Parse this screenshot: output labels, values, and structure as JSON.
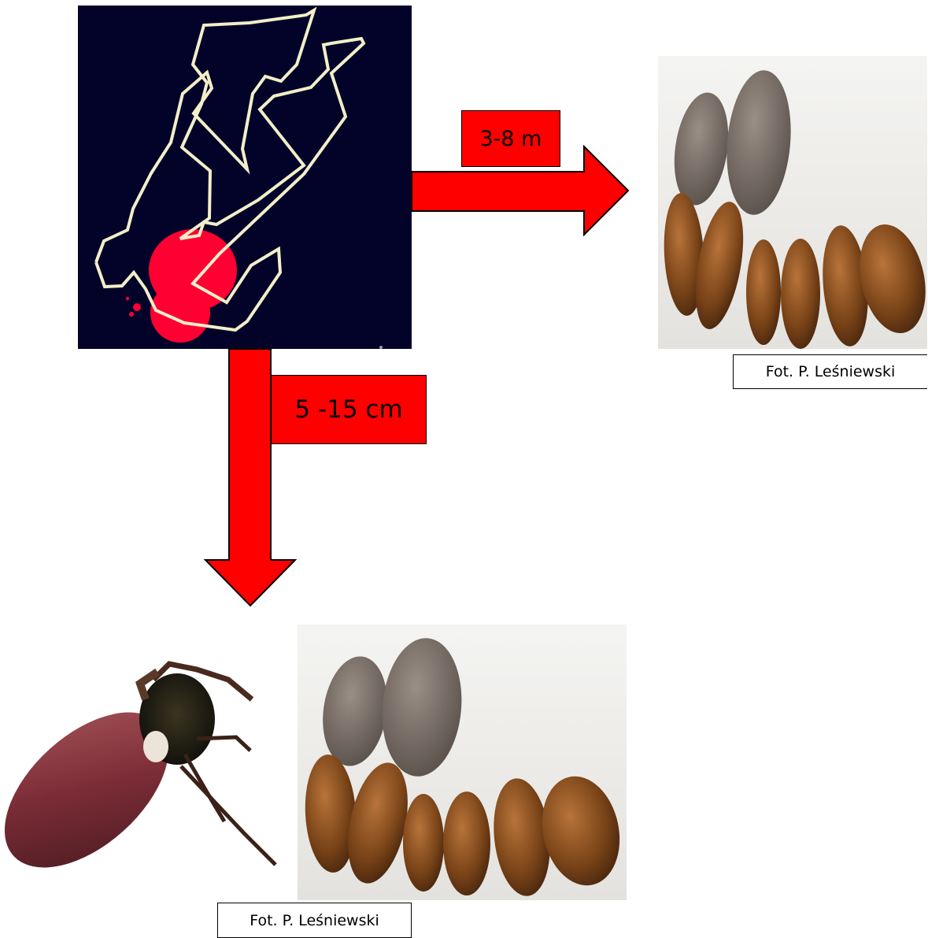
{
  "labels": {
    "distance_far": "3-8 m",
    "distance_near": "5 -15 cm"
  },
  "captions": {
    "top_right": "Fot. P. Leśniewski",
    "bottom": "Fot. P. Leśniewski"
  },
  "colors": {
    "arrow": "#ff0000",
    "panel_bg": "#03032a",
    "outline": "#f2efc8",
    "blood": "#ff0033"
  },
  "images": {
    "crime_scene": "body-outline-icon",
    "pupae_photo": "pupae-photo",
    "beetle_photo": "beetle-photo"
  }
}
